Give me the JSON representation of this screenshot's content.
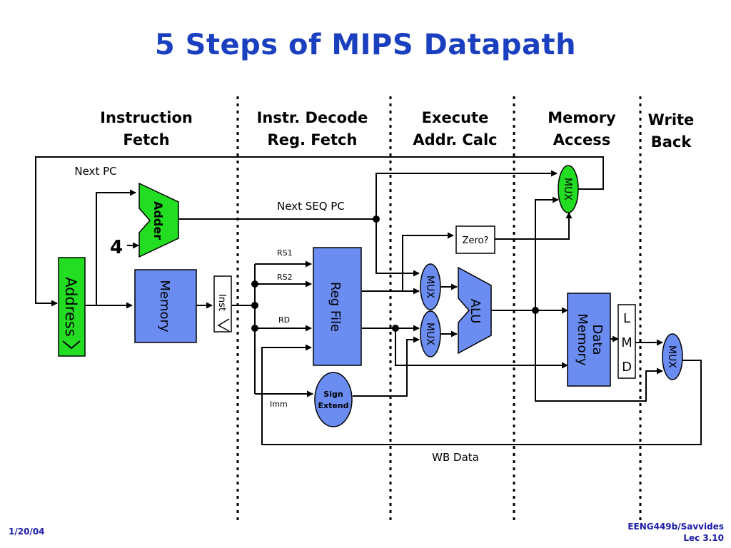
{
  "title": "5 Steps of MIPS Datapath",
  "stages": [
    {
      "line1": "Instruction",
      "line2": "Fetch"
    },
    {
      "line1": "Instr. Decode",
      "line2": "Reg. Fetch"
    },
    {
      "line1": "Execute",
      "line2": "Addr. Calc"
    },
    {
      "line1": "Memory",
      "line2": "Access"
    },
    {
      "line1": "Write",
      "line2": "Back"
    }
  ],
  "components": {
    "address": "Address",
    "adder": "Adder",
    "four": "4",
    "memory": "Memory",
    "inst": "Inst",
    "reg_file": "Reg File",
    "sign_extend_1": "Sign",
    "sign_extend_2": "Extend",
    "mux": "MUX",
    "alu": "ALU",
    "zero": "Zero?",
    "data_memory_1": "Data",
    "data_memory_2": "Memory",
    "lmd": [
      "L",
      "M",
      "D"
    ]
  },
  "signals": {
    "next_pc": "Next PC",
    "next_seq_pc": "Next SEQ PC",
    "rs1": "RS1",
    "rs2": "RS2",
    "rd": "RD",
    "imm": "Imm",
    "wb_data": "WB Data"
  },
  "footer": {
    "date": "1/20/04",
    "course": "EENG449b/Savvides",
    "lecture": "Lec 3.10"
  },
  "colors": {
    "title": "#1a3fbf",
    "component_blue": "#6b8cf0",
    "component_green": "#22dd22",
    "footer": "#1a1aa6"
  }
}
